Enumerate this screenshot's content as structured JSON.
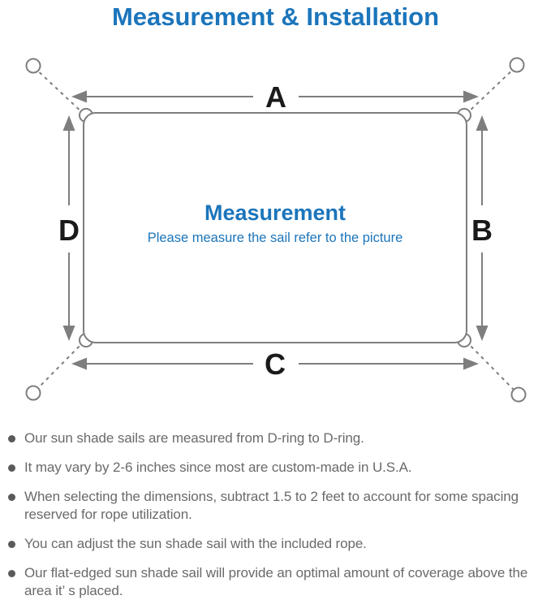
{
  "title": "Measurement & Installation",
  "colors": {
    "accent_blue": "#1b75bb",
    "line_gray": "#7e7e7e",
    "label_black": "#1a1a1a",
    "text_gray": "#6a6a6a",
    "bullet_gray": "#5a5a5a"
  },
  "diagram": {
    "dimension_labels": {
      "top": "A",
      "right": "B",
      "bottom": "C",
      "left": "D"
    },
    "center_title": "Measurement",
    "center_subtitle": "Please measure the sail refer to the picture"
  },
  "notes": [
    "Our sun shade sails are measured from D-ring to D-ring.",
    "It may vary by 2-6 inches since most are custom-made in U.S.A.",
    "When selecting the dimensions, subtract 1.5 to 2 feet to account for some spacing reserved for rope utilization.",
    "You can adjust the sun shade sail with the included rope.",
    "Our flat-edged sun shade sail will provide an optimal amount of coverage above the area it’ s placed."
  ]
}
